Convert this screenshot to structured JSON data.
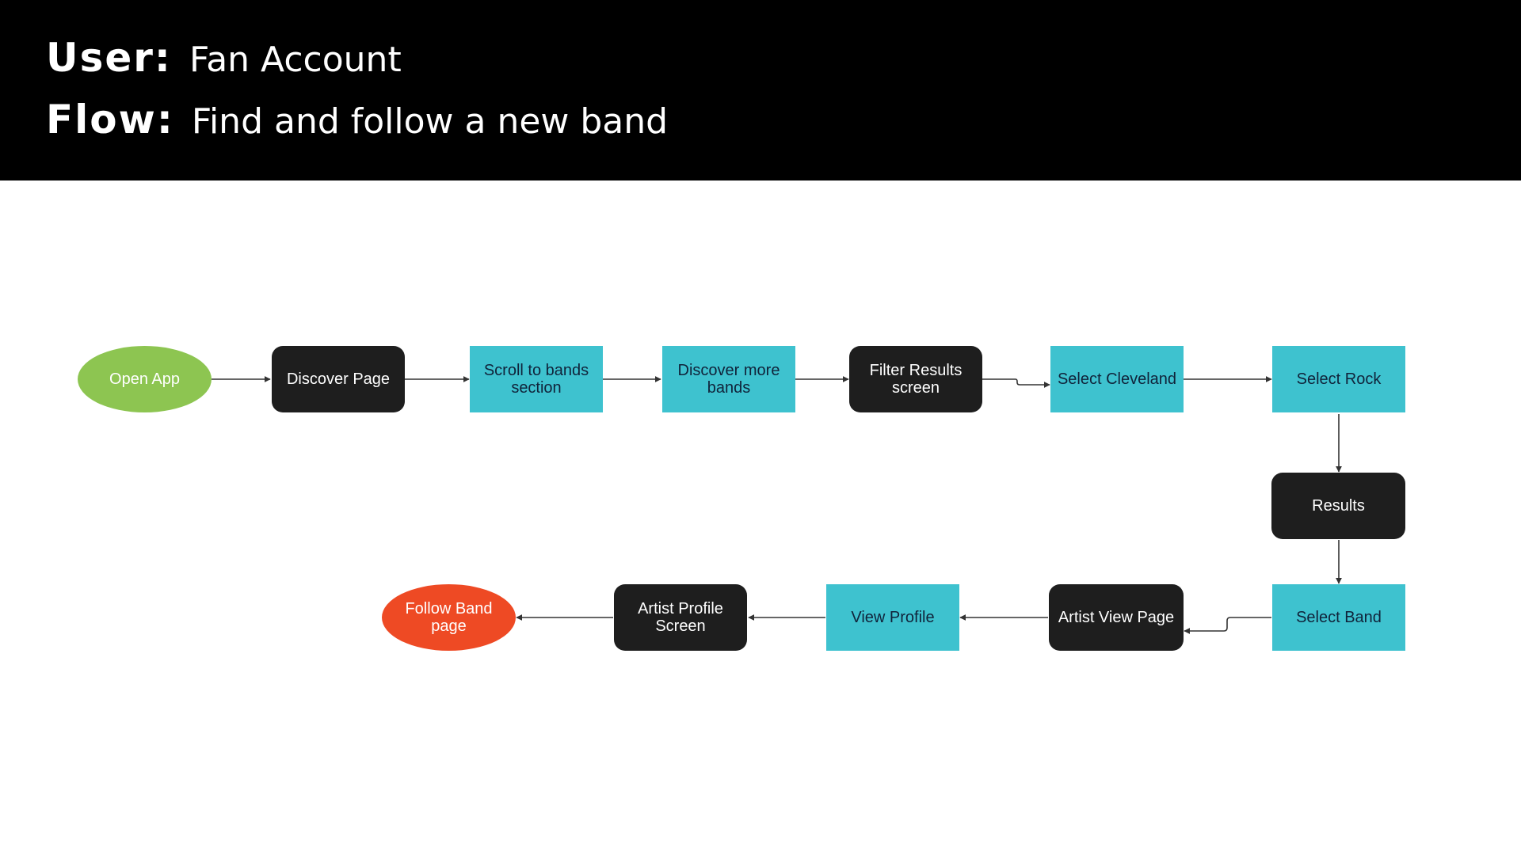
{
  "header": {
    "user_label": "User:",
    "user_value": "Fan Account",
    "flow_label": "Flow:",
    "flow_value": "Find and follow a new band"
  },
  "colors": {
    "header_bg": "#000000",
    "start": "#8dc551",
    "end": "#ee4a24",
    "screen": "#1e1e1e",
    "action": "#3ec2cf",
    "connector": "#333333"
  },
  "nodes": {
    "open_app": "Open App",
    "discover_page": "Discover Page",
    "scroll_to_bands": "Scroll to bands section",
    "discover_more_bands": "Discover more bands",
    "filter_results": "Filter Results screen",
    "select_cleveland": "Select Cleveland",
    "select_rock": "Select Rock",
    "results": "Results",
    "select_band": "Select Band",
    "artist_view_page": "Artist View Page",
    "view_profile": "View Profile",
    "artist_profile_screen": "Artist Profile Screen",
    "follow_band_page": "Follow Band page"
  }
}
